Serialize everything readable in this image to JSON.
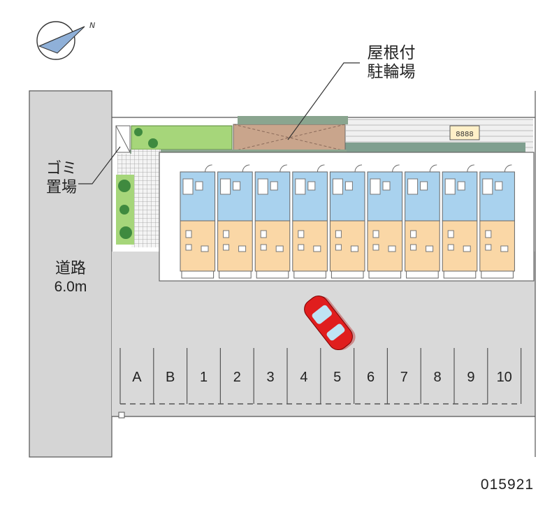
{
  "labels": {
    "bike_parking_line1": "屋根付",
    "bike_parking_line2": "駐輪場",
    "garbage_line1": "ゴミ",
    "garbage_line2": "置場",
    "road_line1": "道路",
    "road_line2": "6.0m",
    "compass_north": "N",
    "ref_number": "015921"
  },
  "parking_slots": [
    "A",
    "B",
    "1",
    "2",
    "3",
    "4",
    "5",
    "6",
    "7",
    "8",
    "9",
    "10"
  ],
  "unit_count": 9,
  "colors": {
    "road": "#d5d5d5",
    "lot": "#d9d9d9",
    "wet_area": "#a9d2ee",
    "room": "#fad7a6",
    "green": "#a6d67a",
    "bike_roof": "#c9a58c",
    "car": "#e01e1e"
  }
}
